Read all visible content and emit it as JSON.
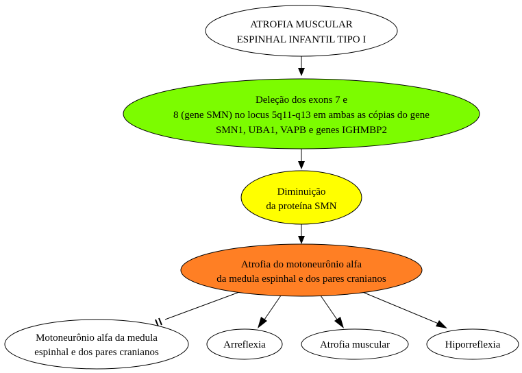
{
  "nodes": {
    "root": {
      "lines": [
        "ATROFIA MUSCULAR",
        "ESPINHAL INFANTIL TIPO I"
      ],
      "fill": "#ffffff"
    },
    "deletion": {
      "lines": [
        "Deleção dos exons 7 e",
        "8 (gene SMN) no locus 5q11-q13 em ambas as cópias do gene",
        "SMN1, UBA1, VAPB e genes IGHMBP2"
      ],
      "fill": "#7cfc00"
    },
    "protein": {
      "lines": [
        "Diminuição",
        "da proteína SMN"
      ],
      "fill": "#ffff00"
    },
    "atrophy": {
      "lines": [
        "Atrofia do motoneurônio alfa",
        "da medula espinhal e dos pares cranianos"
      ],
      "fill": "#ff7f24"
    },
    "motoneuron": {
      "lines": [
        "Motoneurônio alfa da medula",
        "espinhal e dos pares cranianos"
      ],
      "fill": "#ffffff"
    },
    "areflexia": {
      "lines": [
        "Arreflexia"
      ],
      "fill": "#ffffff"
    },
    "muscle_atrophy": {
      "lines": [
        "Atrofia muscular"
      ],
      "fill": "#ffffff"
    },
    "hyporeflexia": {
      "lines": [
        "Hiporreflexia"
      ],
      "fill": "#ffffff"
    }
  },
  "edges": [
    {
      "from": "root",
      "to": "deletion",
      "head": "arrow"
    },
    {
      "from": "deletion",
      "to": "protein",
      "head": "arrow"
    },
    {
      "from": "protein",
      "to": "atrophy",
      "head": "arrow"
    },
    {
      "from": "atrophy",
      "to": "motoneuron",
      "head": "tee-tee"
    },
    {
      "from": "atrophy",
      "to": "areflexia",
      "head": "arrow"
    },
    {
      "from": "atrophy",
      "to": "muscle_atrophy",
      "head": "arrow"
    },
    {
      "from": "atrophy",
      "to": "hyporeflexia",
      "head": "arrow"
    }
  ],
  "colors": {
    "stroke": "#000000",
    "text": "#000000"
  }
}
